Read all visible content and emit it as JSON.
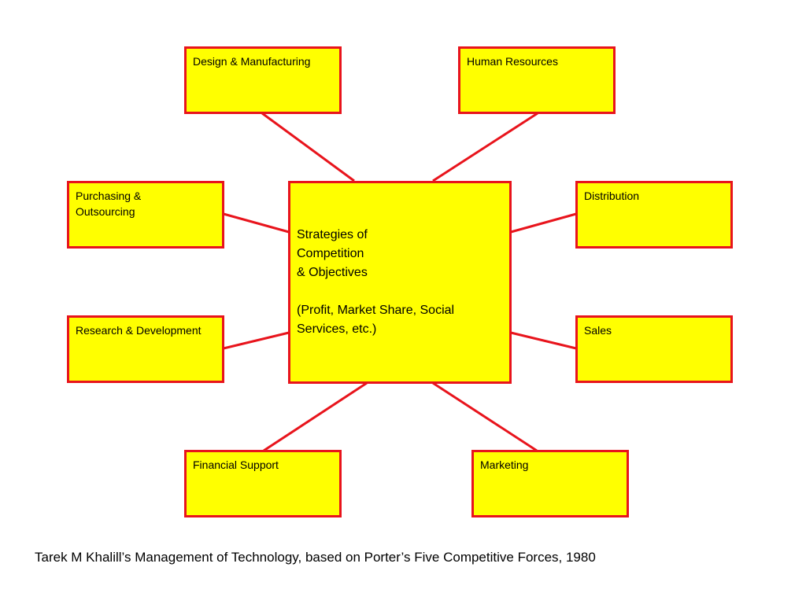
{
  "colors": {
    "box_fill": "#ffff00",
    "box_border": "#e8141c",
    "connector": "#e8141c",
    "text": "#000000",
    "background": "#ffffff"
  },
  "center": {
    "lines": [
      "Strategies of",
      "Competition",
      "& Objectives",
      "",
      "(Profit, Market Share, Social",
      "Services, etc.)"
    ]
  },
  "nodes": {
    "design_manufacturing": "Design & Manufacturing",
    "human_resources": "Human Resources",
    "purchasing_outsourcing_line1": "Purchasing &",
    "purchasing_outsourcing_line2": "Outsourcing",
    "distribution": "Distribution",
    "research_development": "Research & Development",
    "sales": "Sales",
    "financial_support": "Financial Support",
    "marketing": "Marketing"
  },
  "caption": "Tarek M Khalill’s Management of Technology, based on Porter’s Five Competitive Forces, 1980"
}
